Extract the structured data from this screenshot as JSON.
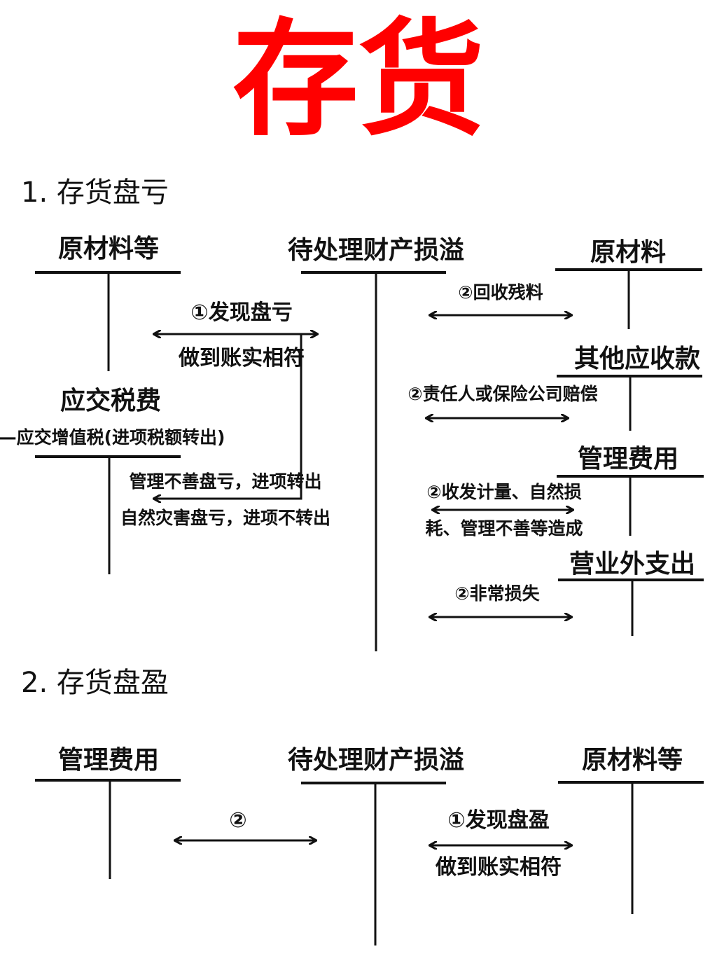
{
  "title": "存货",
  "section1": {
    "heading": "1. 存货盘亏",
    "accounts": {
      "raw_materials_etc": "原材料等",
      "taxes_payable": "应交税费",
      "taxes_payable_sub": "—应交增值税(进项税额转出)",
      "pending": "待处理财产损溢",
      "raw_materials": "原材料",
      "other_receivables": "其他应收款",
      "admin_expenses": "管理费用",
      "non_operating_expenses": "营业外支出"
    },
    "arrows": {
      "found_loss": "①发现盘亏",
      "reconcile": "做到账实相符",
      "mgmt_loss": "管理不善盘亏，进项转出",
      "disaster_loss": "自然灾害盘亏，进项不转出",
      "scrap": "②回收残料",
      "compensation": "②责任人或保险公司赔偿",
      "normal_loss_1": "②收发计量、自然损",
      "normal_loss_2": "耗、管理不善等造成",
      "abnormal_loss": "②非常损失"
    }
  },
  "section2": {
    "heading": "2. 存货盘盈",
    "accounts": {
      "admin_expenses": "管理费用",
      "pending": "待处理财产损溢",
      "raw_materials_etc": "原材料等"
    },
    "arrows": {
      "step2": "②",
      "found_gain": "①发现盘盈",
      "reconcile": "做到账实相符"
    }
  }
}
